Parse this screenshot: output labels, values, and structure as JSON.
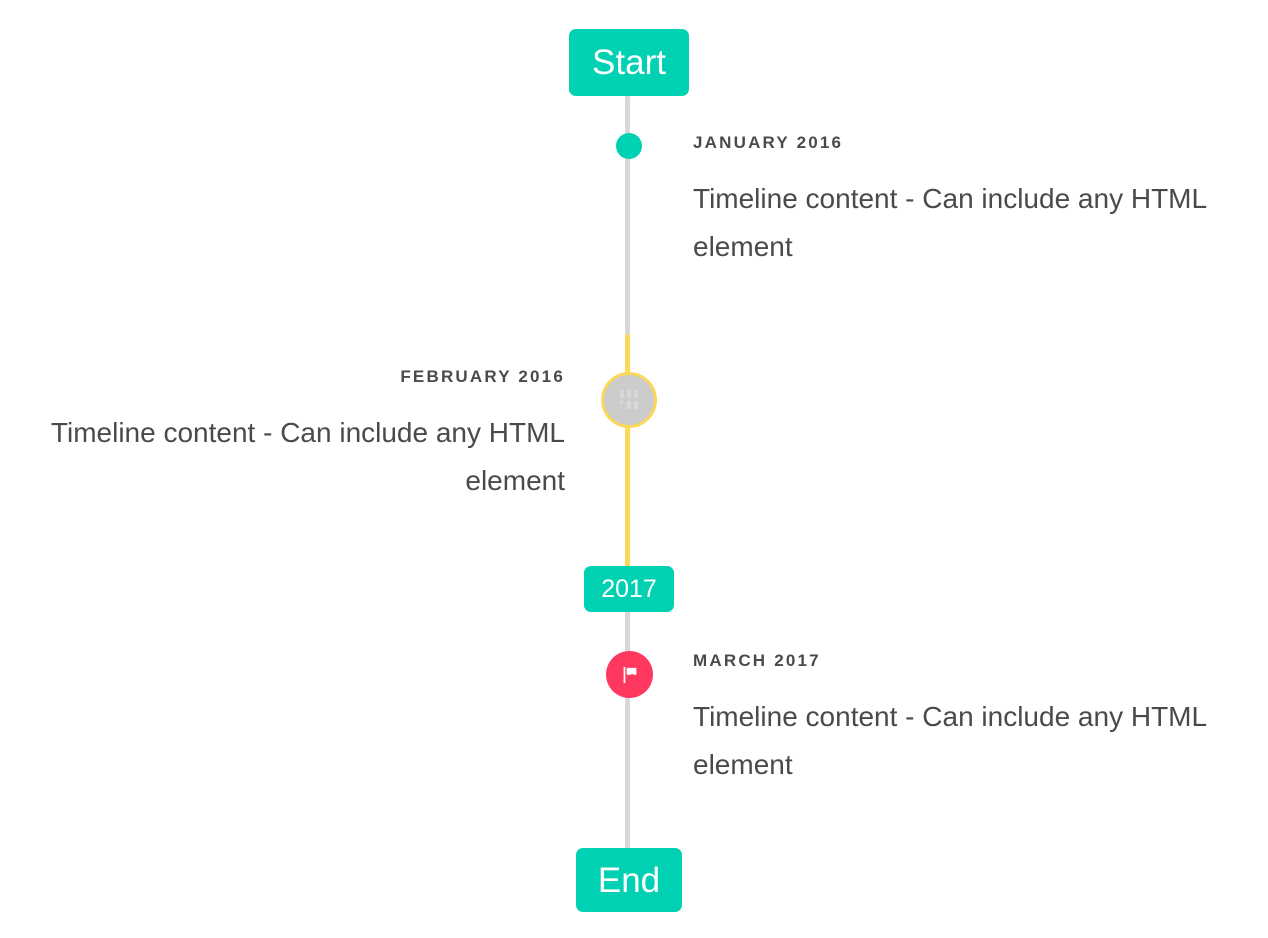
{
  "theme": {
    "accent_teal": "#00d1b2",
    "accent_yellow": "#fbd85c",
    "accent_pink": "#ff3860",
    "rail_grey": "#d8d8d8",
    "text_grey": "#4a4a4a",
    "marker_grey": "#cccccc",
    "background": "#ffffff"
  },
  "timeline": {
    "start_label": "Start",
    "end_label": "End",
    "year_divider_label": "2017",
    "items": [
      {
        "id": "january-2016",
        "heading": "JANUARY 2016",
        "body": "Timeline content - Can include any HTML element",
        "side": "right",
        "marker": "dot-icon",
        "marker_color": "#00d1b2"
      },
      {
        "id": "february-2016",
        "heading": "FEBRUARY 2016",
        "body": "Timeline content - Can include any HTML element",
        "side": "left",
        "marker": "broken-image-icon",
        "marker_color": "#cccccc",
        "marker_border_color": "#fbd85c"
      },
      {
        "id": "march-2017",
        "heading": "MARCH 2017",
        "body": "Timeline content - Can include any HTML element",
        "side": "right",
        "marker": "flag-icon",
        "marker_color": "#ff3860"
      }
    ]
  }
}
